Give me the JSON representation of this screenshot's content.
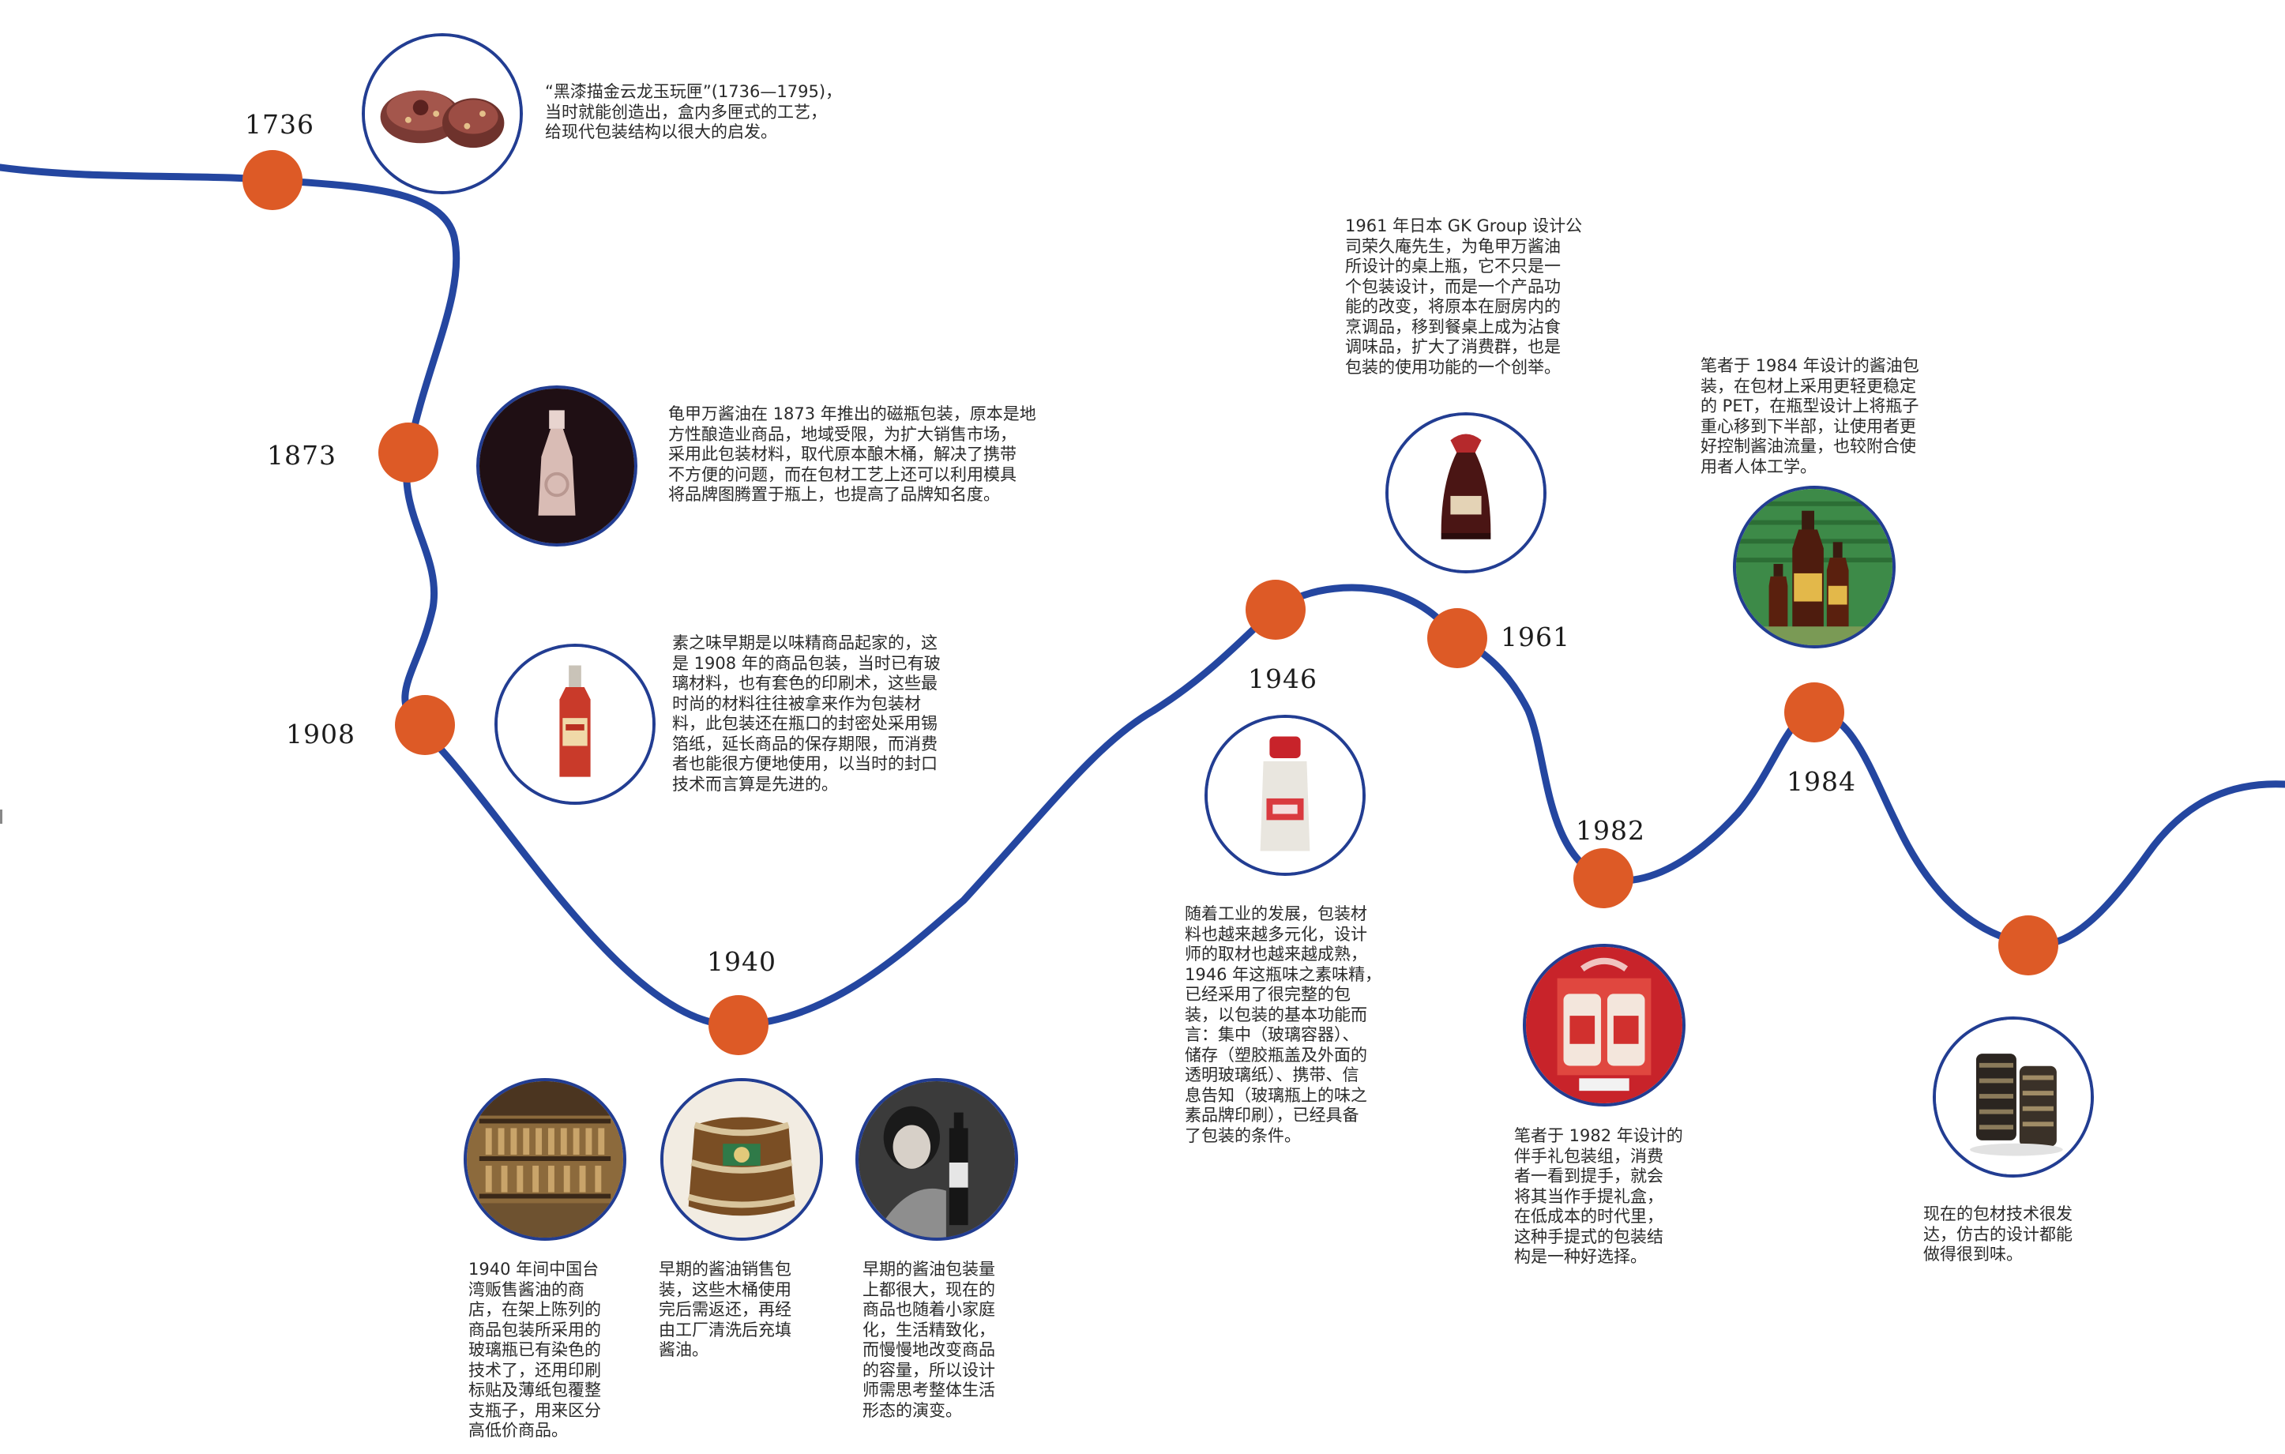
{
  "colors": {
    "timeline_line": "#2446a0",
    "milestone_dot": "#dd5a26",
    "thumb_border": "#223d92",
    "text": "#2a2a2a"
  },
  "milestones": [
    {
      "year": "1736"
    },
    {
      "year": "1873"
    },
    {
      "year": "1908"
    },
    {
      "year": "1940"
    },
    {
      "year": "1946"
    },
    {
      "year": "1961"
    },
    {
      "year": "1982"
    },
    {
      "year": "1984"
    },
    {
      "year": ""
    }
  ],
  "descriptions": {
    "d1736": "“黑漆描金云龙玉玩匣”(1736—1795)，\n当时就能创造出，盒内多匣式的工艺，\n给现代包装结构以很大的启发。",
    "d1873": "龟甲万酱油在 1873 年推出的磁瓶包装，原本是地\n方性酿造业商品，地域受限，为扩大销售市场，\n采用此包装材料，取代原本酿木桶，解决了携带\n不方便的问题，而在包材工艺上还可以利用模具\n将品牌图腾置于瓶上，也提高了品牌知名度。",
    "d1908": "素之味早期是以味精商品起家的，这\n是 1908 年的商品包装，当时已有玻\n璃材料，也有套色的印刷术，这些最\n时尚的材料往往被拿来作为包装材\n料，此包装还在瓶口的封密处采用锡\n箔纸，延长商品的保存期限，而消费\n者也能很方便地使用，以当时的封口\n技术而言算是先进的。",
    "d1940a": "1940 年间中国台\n湾贩售酱油的商\n店，在架上陈列的\n商品包装所采用的\n玻璃瓶已有染色的\n技术了，还用印刷\n标贴及薄纸包覆整\n支瓶子，用来区分\n高低价商品。",
    "d1940b": "早期的酱油销售包\n装，这些木桶使用\n完后需返还，再经\n由工厂清洗后充填\n酱油。",
    "d1940c": "早期的酱油包装量\n上都很大，现在的\n商品也随着小家庭\n化，生活精致化，\n而慢慢地改变商品\n的容量，所以设计\n师需思考整体生活\n形态的演变。",
    "d1946": "随着工业的发展，包装材\n料也越来越多元化，设计\n师的取材也越来越成熟，\n1946 年这瓶味之素味精，\n已经采用了很完整的包\n装，以包装的基本功能而\n言：集中（玻璃容器）、\n储存（塑胶瓶盖及外面的\n透明玻璃纸）、携带、信\n息告知（玻璃瓶上的味之\n素品牌印刷），已经具备\n了包装的条件。",
    "d1961": "1961 年日本 GK Group 设计公\n司荣久庵先生，为龟甲万酱油\n所设计的桌上瓶，它不只是一\n个包装设计，而是一个产品功\n能的改变，将原本在厨房内的\n烹调品，移到餐桌上成为沾食\n调味品，扩大了消费群，也是\n包装的使用功能的一个创举。",
    "d1982": "笔者于 1982 年设计的\n伴手礼包装组，消费\n者一看到提手，就会\n将其当作手提礼盒，\n在低成本的时代里，\n这种手提式的包装结\n构是一种好选择。",
    "d1984": "笔者于 1984 年设计的酱油包\n装，在包材上采用更轻更稳定\n的 PET，在瓶型设计上将瓶子\n重心移到下半部，让使用者更\n好控制酱油流量，也较附合使\n用者人体工学。",
    "dnow": "现在的包材技术很发\n达，仿古的设计都能\n做得很到味。"
  },
  "thumbnails": [
    {
      "name": "lacquer-box-icon"
    },
    {
      "name": "ceramic-bottle-icon"
    },
    {
      "name": "msg-bottle-1908-icon"
    },
    {
      "name": "shop-shelf-icon"
    },
    {
      "name": "wooden-barrel-icon"
    },
    {
      "name": "woman-with-bottle-icon"
    },
    {
      "name": "msg-bottle-1946-icon"
    },
    {
      "name": "table-soy-bottle-icon"
    },
    {
      "name": "gift-box-icon"
    },
    {
      "name": "soy-bottles-1984-icon"
    },
    {
      "name": "modern-packaging-icon"
    }
  ]
}
